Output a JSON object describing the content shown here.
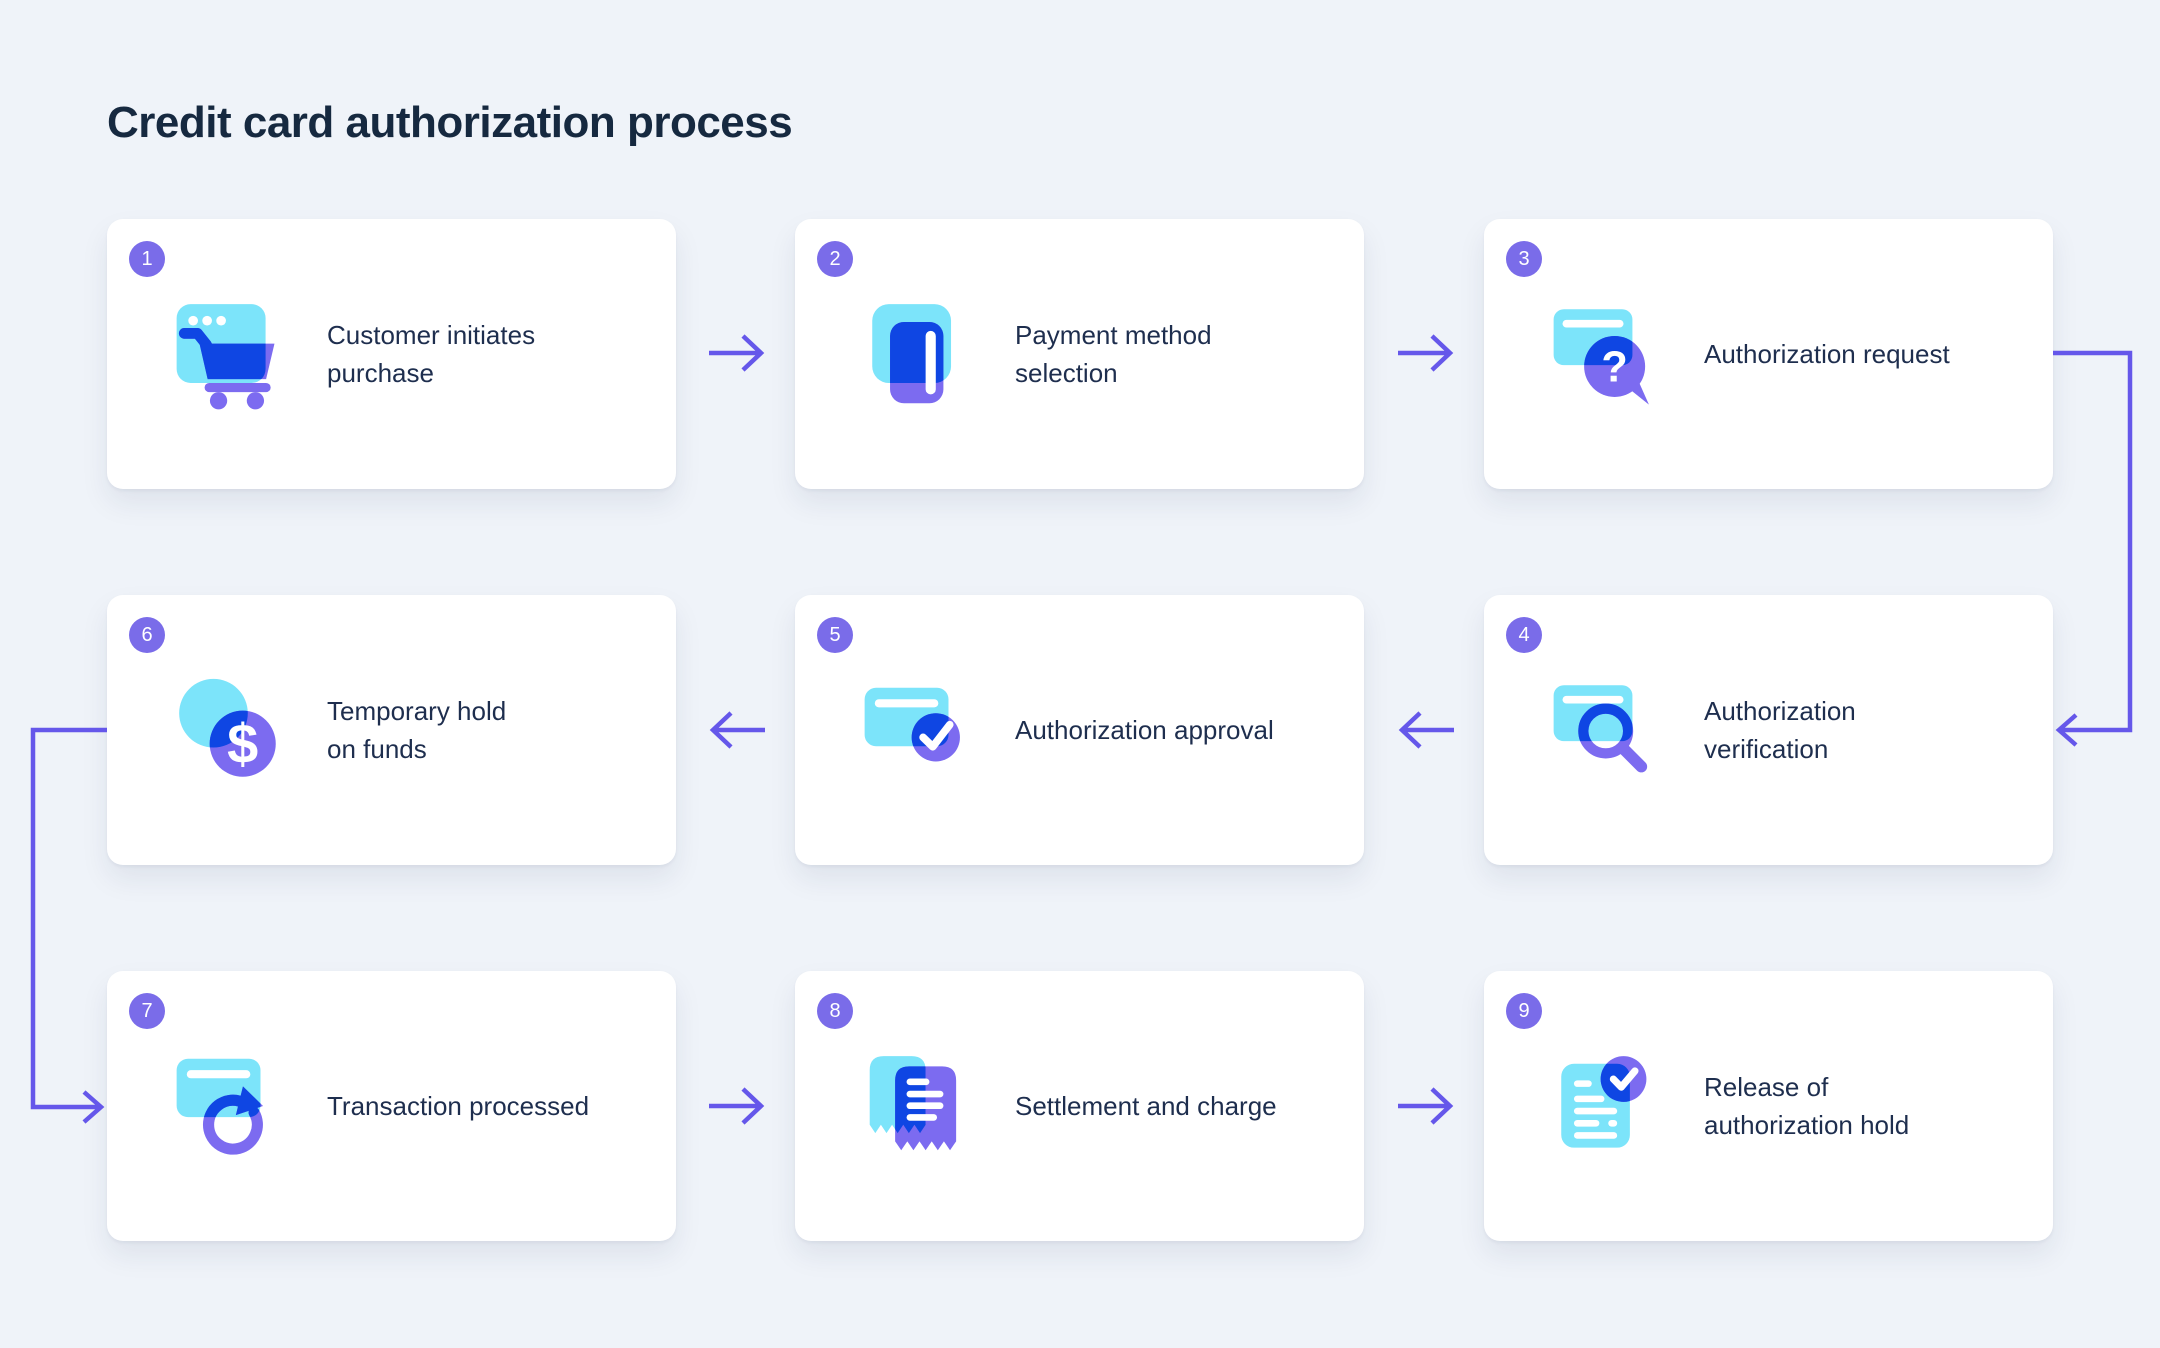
{
  "page": {
    "title": "Credit card authorization process"
  },
  "colors": {
    "page_bg": "#EFF3F9",
    "card_bg": "#FFFFFF",
    "title_color": "#162940",
    "label_color": "#1E2E4E",
    "badge": "#7A6CE9",
    "arrow": "#6557EA",
    "icon_cyan": "#7CE4FA",
    "icon_blue": "#0F46E3",
    "icon_purple": "#7C6BF0"
  },
  "cards": [
    {
      "number": "1",
      "icon": "browser-cart-icon",
      "label": "Customer initiates purchase",
      "lines": [
        "Customer initiates",
        "purchase"
      ]
    },
    {
      "number": "2",
      "icon": "payment-card-icon",
      "label": "Payment method selection",
      "lines": [
        "Payment method",
        "selection"
      ]
    },
    {
      "number": "3",
      "icon": "card-question-icon",
      "label": "Authorization request",
      "lines": [
        "Authorization request"
      ]
    },
    {
      "number": "4",
      "icon": "card-search-icon",
      "label": "Authorization verification",
      "lines": [
        "Authorization",
        "verification"
      ]
    },
    {
      "number": "5",
      "icon": "card-approved-icon",
      "label": "Authorization approval",
      "lines": [
        "Authorization approval"
      ]
    },
    {
      "number": "6",
      "icon": "dollar-coin-icon",
      "label": "Temporary hold on funds",
      "lines": [
        "Temporary hold",
        "on funds"
      ]
    },
    {
      "number": "7",
      "icon": "card-refresh-icon",
      "label": "Transaction processed",
      "lines": [
        "Transaction processed"
      ]
    },
    {
      "number": "8",
      "icon": "receipts-icon",
      "label": "Settlement and charge",
      "lines": [
        "Settlement and charge"
      ]
    },
    {
      "number": "9",
      "icon": "document-approved-icon",
      "label": "Release of authorization hold",
      "lines": [
        "Release of",
        "authorization hold"
      ]
    }
  ],
  "flow": {
    "sequence": [
      "1",
      "2",
      "3",
      "4",
      "5",
      "6",
      "7",
      "8",
      "9"
    ],
    "connections": [
      "1→2",
      "2→3",
      "3→4 wraps down right side",
      "4→5",
      "5→6",
      "6→7 wraps down left side",
      "7→8",
      "8→9"
    ]
  }
}
